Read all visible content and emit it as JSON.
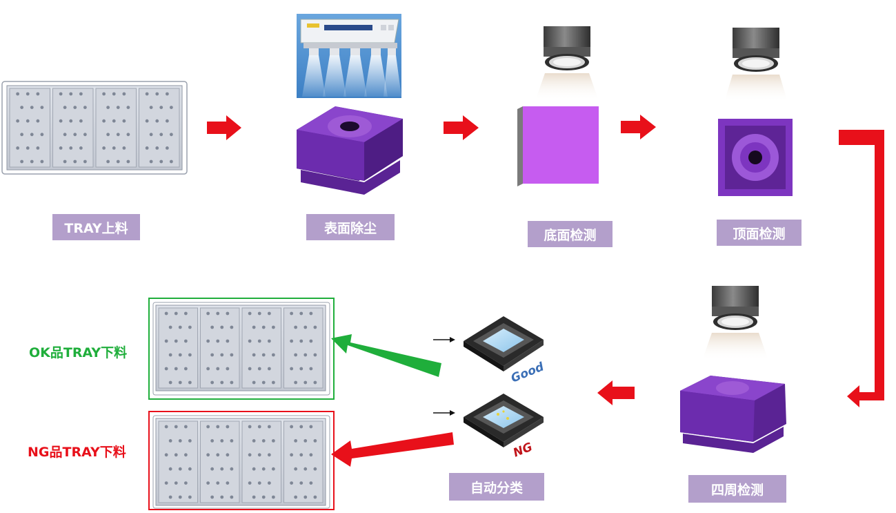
{
  "steps": {
    "tray_load": "TRAY上料",
    "surface_clean": "表面除尘",
    "bottom_inspect": "底面检测",
    "top_inspect": "顶面检测",
    "side_inspect": "四周检测",
    "auto_sort": "自动分类"
  },
  "outputs": {
    "ok": "OK品TRAY下料",
    "ng": "NG品TRAY下料"
  },
  "sort_tags": {
    "good": "Good",
    "ng": "NG"
  },
  "colors": {
    "label_bg": "#b39fcb",
    "flow_arrow": "#e8101a",
    "ok": "#1fae3b",
    "ng": "#e8101a",
    "part": "#7a34b8"
  }
}
